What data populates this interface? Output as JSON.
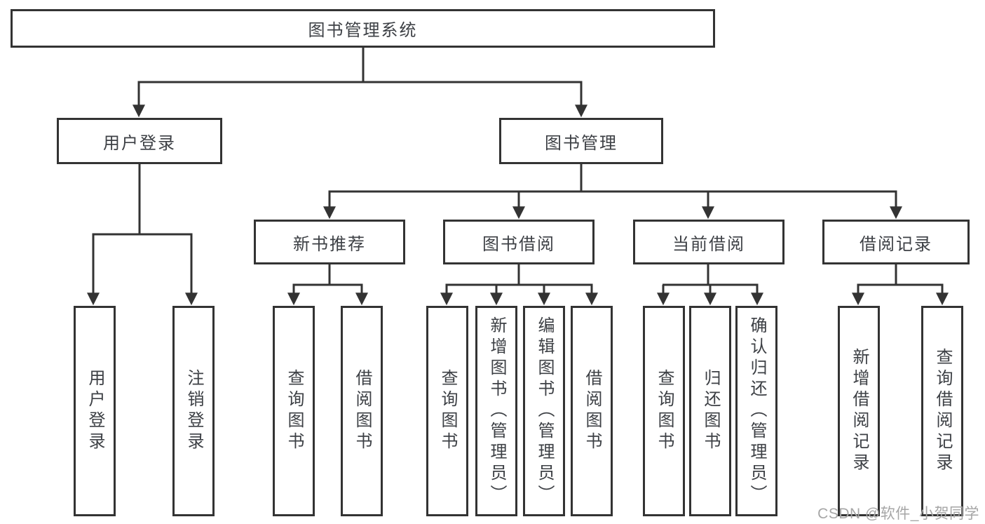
{
  "title": {
    "label": "图书管理系统"
  },
  "nodes": {
    "login": {
      "label": "用户登录"
    },
    "mgmt": {
      "label": "图书管理"
    },
    "recommend": {
      "label": "新书推荐"
    },
    "borrow": {
      "label": "图书借阅"
    },
    "current": {
      "label": "当前借阅"
    },
    "records": {
      "label": "借阅记录"
    }
  },
  "leaves": {
    "login": [
      "用户登录",
      "注销登录"
    ],
    "recommend": [
      "查询图书",
      "借阅图书"
    ],
    "borrow": [
      "查询图书",
      "新增图书（管理员）",
      "编辑图书（管理员）",
      "借阅图书"
    ],
    "current": [
      "查询图书",
      "归还图书",
      "确认归还（管理员）"
    ],
    "records": [
      "新增借阅记录",
      "查询借阅记录"
    ]
  },
  "watermark": {
    "label": "CSDN @软件_小贺同学"
  },
  "colors": {
    "line": "#333333",
    "border": "#333333",
    "text": "#3d4045",
    "watermark": "#a6a6a6",
    "background": "#ffffff"
  }
}
